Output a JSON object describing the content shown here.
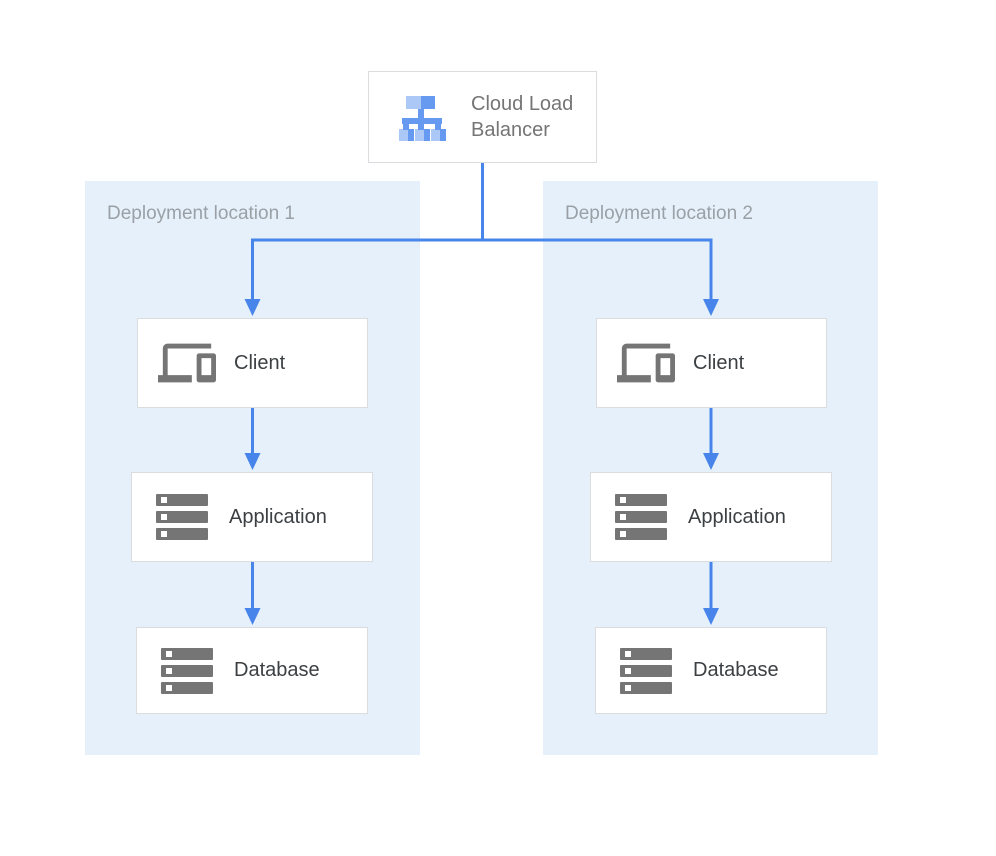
{
  "diagram": {
    "root": {
      "label": "Cloud Load Balancer",
      "icon": "load-balancer-icon"
    },
    "regions": [
      {
        "label": "Deployment location 1",
        "nodes": [
          {
            "label": "Client",
            "icon": "devices-icon"
          },
          {
            "label": "Application",
            "icon": "server-stack-icon"
          },
          {
            "label": "Database",
            "icon": "server-stack-icon"
          }
        ]
      },
      {
        "label": "Deployment location 2",
        "nodes": [
          {
            "label": "Client",
            "icon": "devices-icon"
          },
          {
            "label": "Application",
            "icon": "server-stack-icon"
          },
          {
            "label": "Database",
            "icon": "server-stack-icon"
          }
        ]
      }
    ],
    "connections": [
      {
        "from": "cloud-load-balancer",
        "to": "client-1",
        "arrow": true
      },
      {
        "from": "cloud-load-balancer",
        "to": "client-2",
        "arrow": true
      },
      {
        "from": "client-1",
        "to": "application-1",
        "arrow": true
      },
      {
        "from": "application-1",
        "to": "database-1",
        "arrow": true
      },
      {
        "from": "client-2",
        "to": "application-2",
        "arrow": true
      },
      {
        "from": "application-2",
        "to": "database-2",
        "arrow": true
      }
    ]
  },
  "colors": {
    "region_background": "#e6f0fa",
    "connector": "#4785eb",
    "node_border": "#dadce0",
    "node_label": "#3c4043",
    "root_label": "#757575",
    "region_label": "#9aa0a6",
    "icon_gray": "#757575",
    "icon_blue": "#6699f0",
    "icon_blue_light": "#abc8f7",
    "icon_inner_square": "#ffffff"
  }
}
